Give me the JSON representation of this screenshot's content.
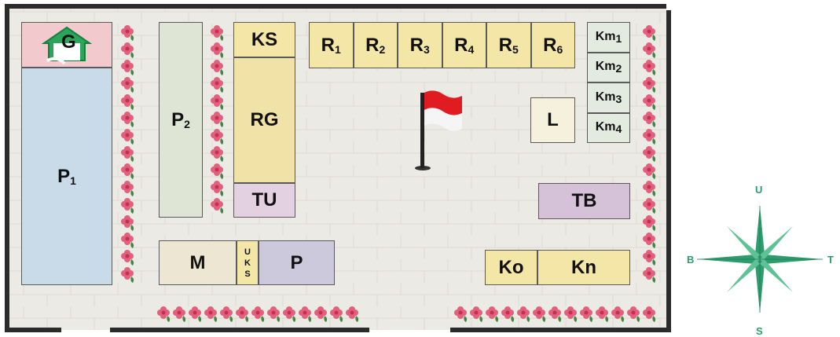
{
  "labels": {
    "G": "G",
    "P1": "P",
    "P1_sub": "1",
    "P2": "P",
    "P2_sub": "2",
    "KS": "KS",
    "RG": "RG",
    "TU": "TU",
    "M": "M",
    "UKS_1": "U",
    "UKS_2": "K",
    "UKS_3": "S",
    "P": "P",
    "R": "R",
    "R_subs": [
      "1",
      "2",
      "3",
      "4",
      "5",
      "6"
    ],
    "Km": "Km",
    "Km_subs": [
      "1",
      "2",
      "3",
      "4"
    ],
    "L": "L",
    "TB": "TB",
    "Ko": "Ko",
    "Kn": "Kn"
  },
  "compass": {
    "north": "U",
    "south": "S",
    "east": "T",
    "west": "B"
  },
  "colors": {
    "wall": "#2b2b2b",
    "floor": "#ecebe6",
    "yellow_room": "#f3e6a6",
    "blue_room": "#c9dbe9",
    "green_room": "#dde8d7",
    "lilac_room": "#d9c9dd",
    "pink_room": "#f2c9cc",
    "cream_room": "#ece6d3",
    "flower": "#e25f7d",
    "leaf": "#3c8a3c",
    "flag_red": "#e01b22",
    "compass": "#2e9d6e"
  }
}
